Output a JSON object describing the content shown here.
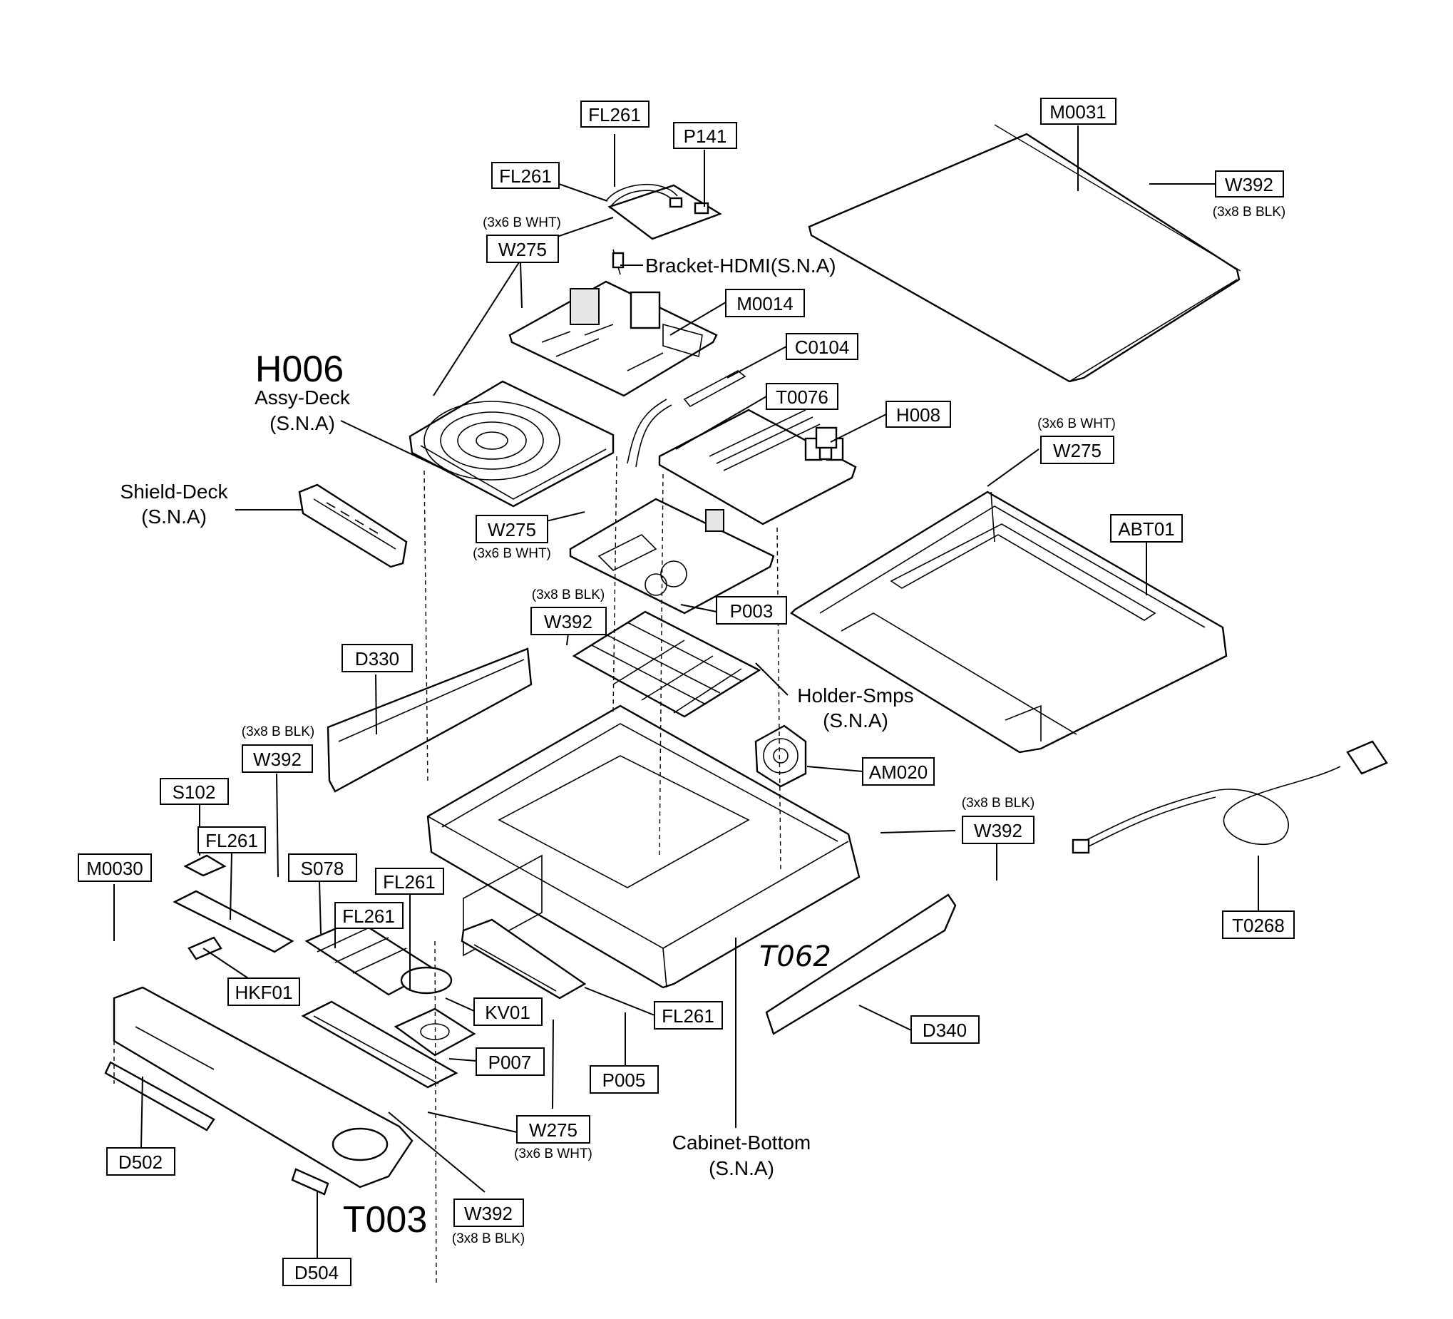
{
  "labels": {
    "fl261_a": "FL261",
    "p141": "P141",
    "m0031": "M0031",
    "fl261_b": "FL261",
    "w392_a": "W392",
    "w392_a_spec": "(3x8 B BLK)",
    "w275_a_spec": "(3x6 B WHT)",
    "w275_a": "W275",
    "bracket_hdmi": "Bracket-HDMI(S.N.A)",
    "m0014": "M0014",
    "h006": "H006",
    "assy_deck": "Assy-Deck",
    "assy_deck_sna": "(S.N.A)",
    "c0104": "C0104",
    "t0076": "T0076",
    "h008": "H008",
    "w275_b_spec": "(3x6 B WHT)",
    "w275_b": "W275",
    "shield_deck": "Shield-Deck",
    "shield_deck_sna": "(S.N.A)",
    "w275_c": "W275",
    "w275_c_spec": "(3x6 B WHT)",
    "abt01": "ABT01",
    "w392_b_spec": "(3x8 B BLK)",
    "w392_b": "W392",
    "p003": "P003",
    "d330": "D330",
    "holder_smps": "Holder-Smps",
    "holder_smps_sna": "(S.N.A)",
    "w392_c_spec": "(3x8 B BLK)",
    "w392_c": "W392",
    "am020": "AM020",
    "s102": "S102",
    "w392_d_spec": "(3x8 B BLK)",
    "w392_d": "W392",
    "fl261_c": "FL261",
    "s078": "S078",
    "m0030": "M0030",
    "fl261_d": "FL261",
    "fl261_e": "FL261",
    "t062": "T062",
    "t0268": "T0268",
    "hkf01": "HKF01",
    "kv01": "KV01",
    "fl261_f": "FL261",
    "d340": "D340",
    "p007": "P007",
    "p005": "P005",
    "w275_d": "W275",
    "w275_d_spec": "(3x6 B WHT)",
    "cabinet_bottom": "Cabinet-Bottom",
    "cabinet_bottom_sna": "(S.N.A)",
    "d502": "D502",
    "t003": "T003",
    "w392_e": "W392",
    "w392_e_spec": "(3x8 B BLK)",
    "d504": "D504"
  }
}
